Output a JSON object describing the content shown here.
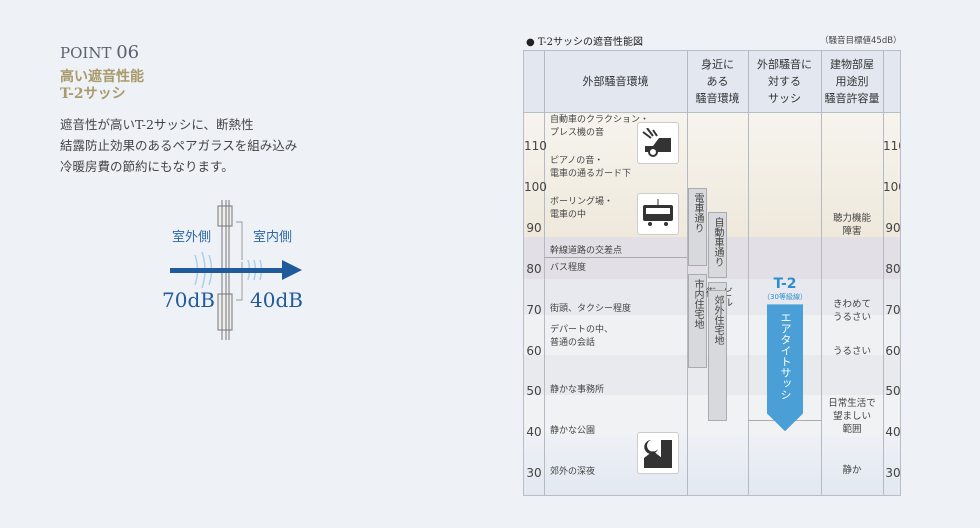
{
  "left": {
    "point_label": "POINT",
    "point_num": "06",
    "heading1": "高い遮音性能",
    "heading2": "T-2サッシ",
    "desc": [
      "遮音性が高いT-2サッシに、断熱性",
      "結露防止効果のあるペアガラスを組み込み",
      "冷暖房費の節約にもなります。"
    ],
    "outside": "室外側",
    "inside": "室内側",
    "outside_db": "70dB",
    "inside_db": "40dB",
    "arrow_color": "#1f5a9c"
  },
  "chart_data": {
    "type": "table",
    "title": "T-2サッシの遮音性能図",
    "note": "（騒音目標値45dB）",
    "headers": [
      "外部騒音環境",
      "身近に\nある\n騒音環境",
      "外部騒音に\n対する\nサッシ",
      "建物部屋\n用途別\n騒音許容量"
    ],
    "scale": [
      110,
      100,
      90,
      80,
      70,
      60,
      50,
      40,
      30
    ],
    "noise_sources": [
      {
        "db": 113,
        "label": "自動車のクラクション・\nプレス機の音"
      },
      {
        "db": 103,
        "label": "ピアノの音・\n電車の通るガード下"
      },
      {
        "db": 93,
        "label": "ボーリング場・\n電車の中"
      },
      {
        "db": 84,
        "label": "幹線道路の交差点"
      },
      {
        "db": 80,
        "label": "バス程度"
      },
      {
        "db": 70,
        "label": "街頭、タクシー程度"
      },
      {
        "db": 61.5,
        "label": "デパートの中、\n普通の会話"
      },
      {
        "db": 50,
        "label": "静かな事務所"
      },
      {
        "db": 40,
        "label": "静かな公園"
      },
      {
        "db": 30,
        "label": "郊外の深夜"
      }
    ],
    "environments": [
      {
        "label": "電車通り",
        "from": 100,
        "to": 81,
        "col": 0
      },
      {
        "label": "自動車通り",
        "from": 94,
        "to": 78,
        "col": 1
      },
      {
        "label": "市内住宅地",
        "from": 79,
        "to": 56,
        "col": 0
      },
      {
        "label": "ビル街",
        "from": 77,
        "to": 70,
        "col": 1
      },
      {
        "label": "郊外住宅地",
        "from": 75,
        "to": 43,
        "col": 1
      }
    ],
    "sash": {
      "label": "T-2",
      "grade": "（30等級線）",
      "name": "エアタイトサッシ",
      "from": 72,
      "to": 41,
      "color": "#4a9fd6"
    },
    "allowances": [
      {
        "db": 91,
        "label": "聴力機能\n障害"
      },
      {
        "db": 70,
        "label": "きわめて\nうるさい"
      },
      {
        "db": 60,
        "label": "うるさい"
      },
      {
        "db": 44,
        "label": "日常生活で\n望ましい\n範囲"
      },
      {
        "db": 31,
        "label": "静か"
      }
    ]
  }
}
